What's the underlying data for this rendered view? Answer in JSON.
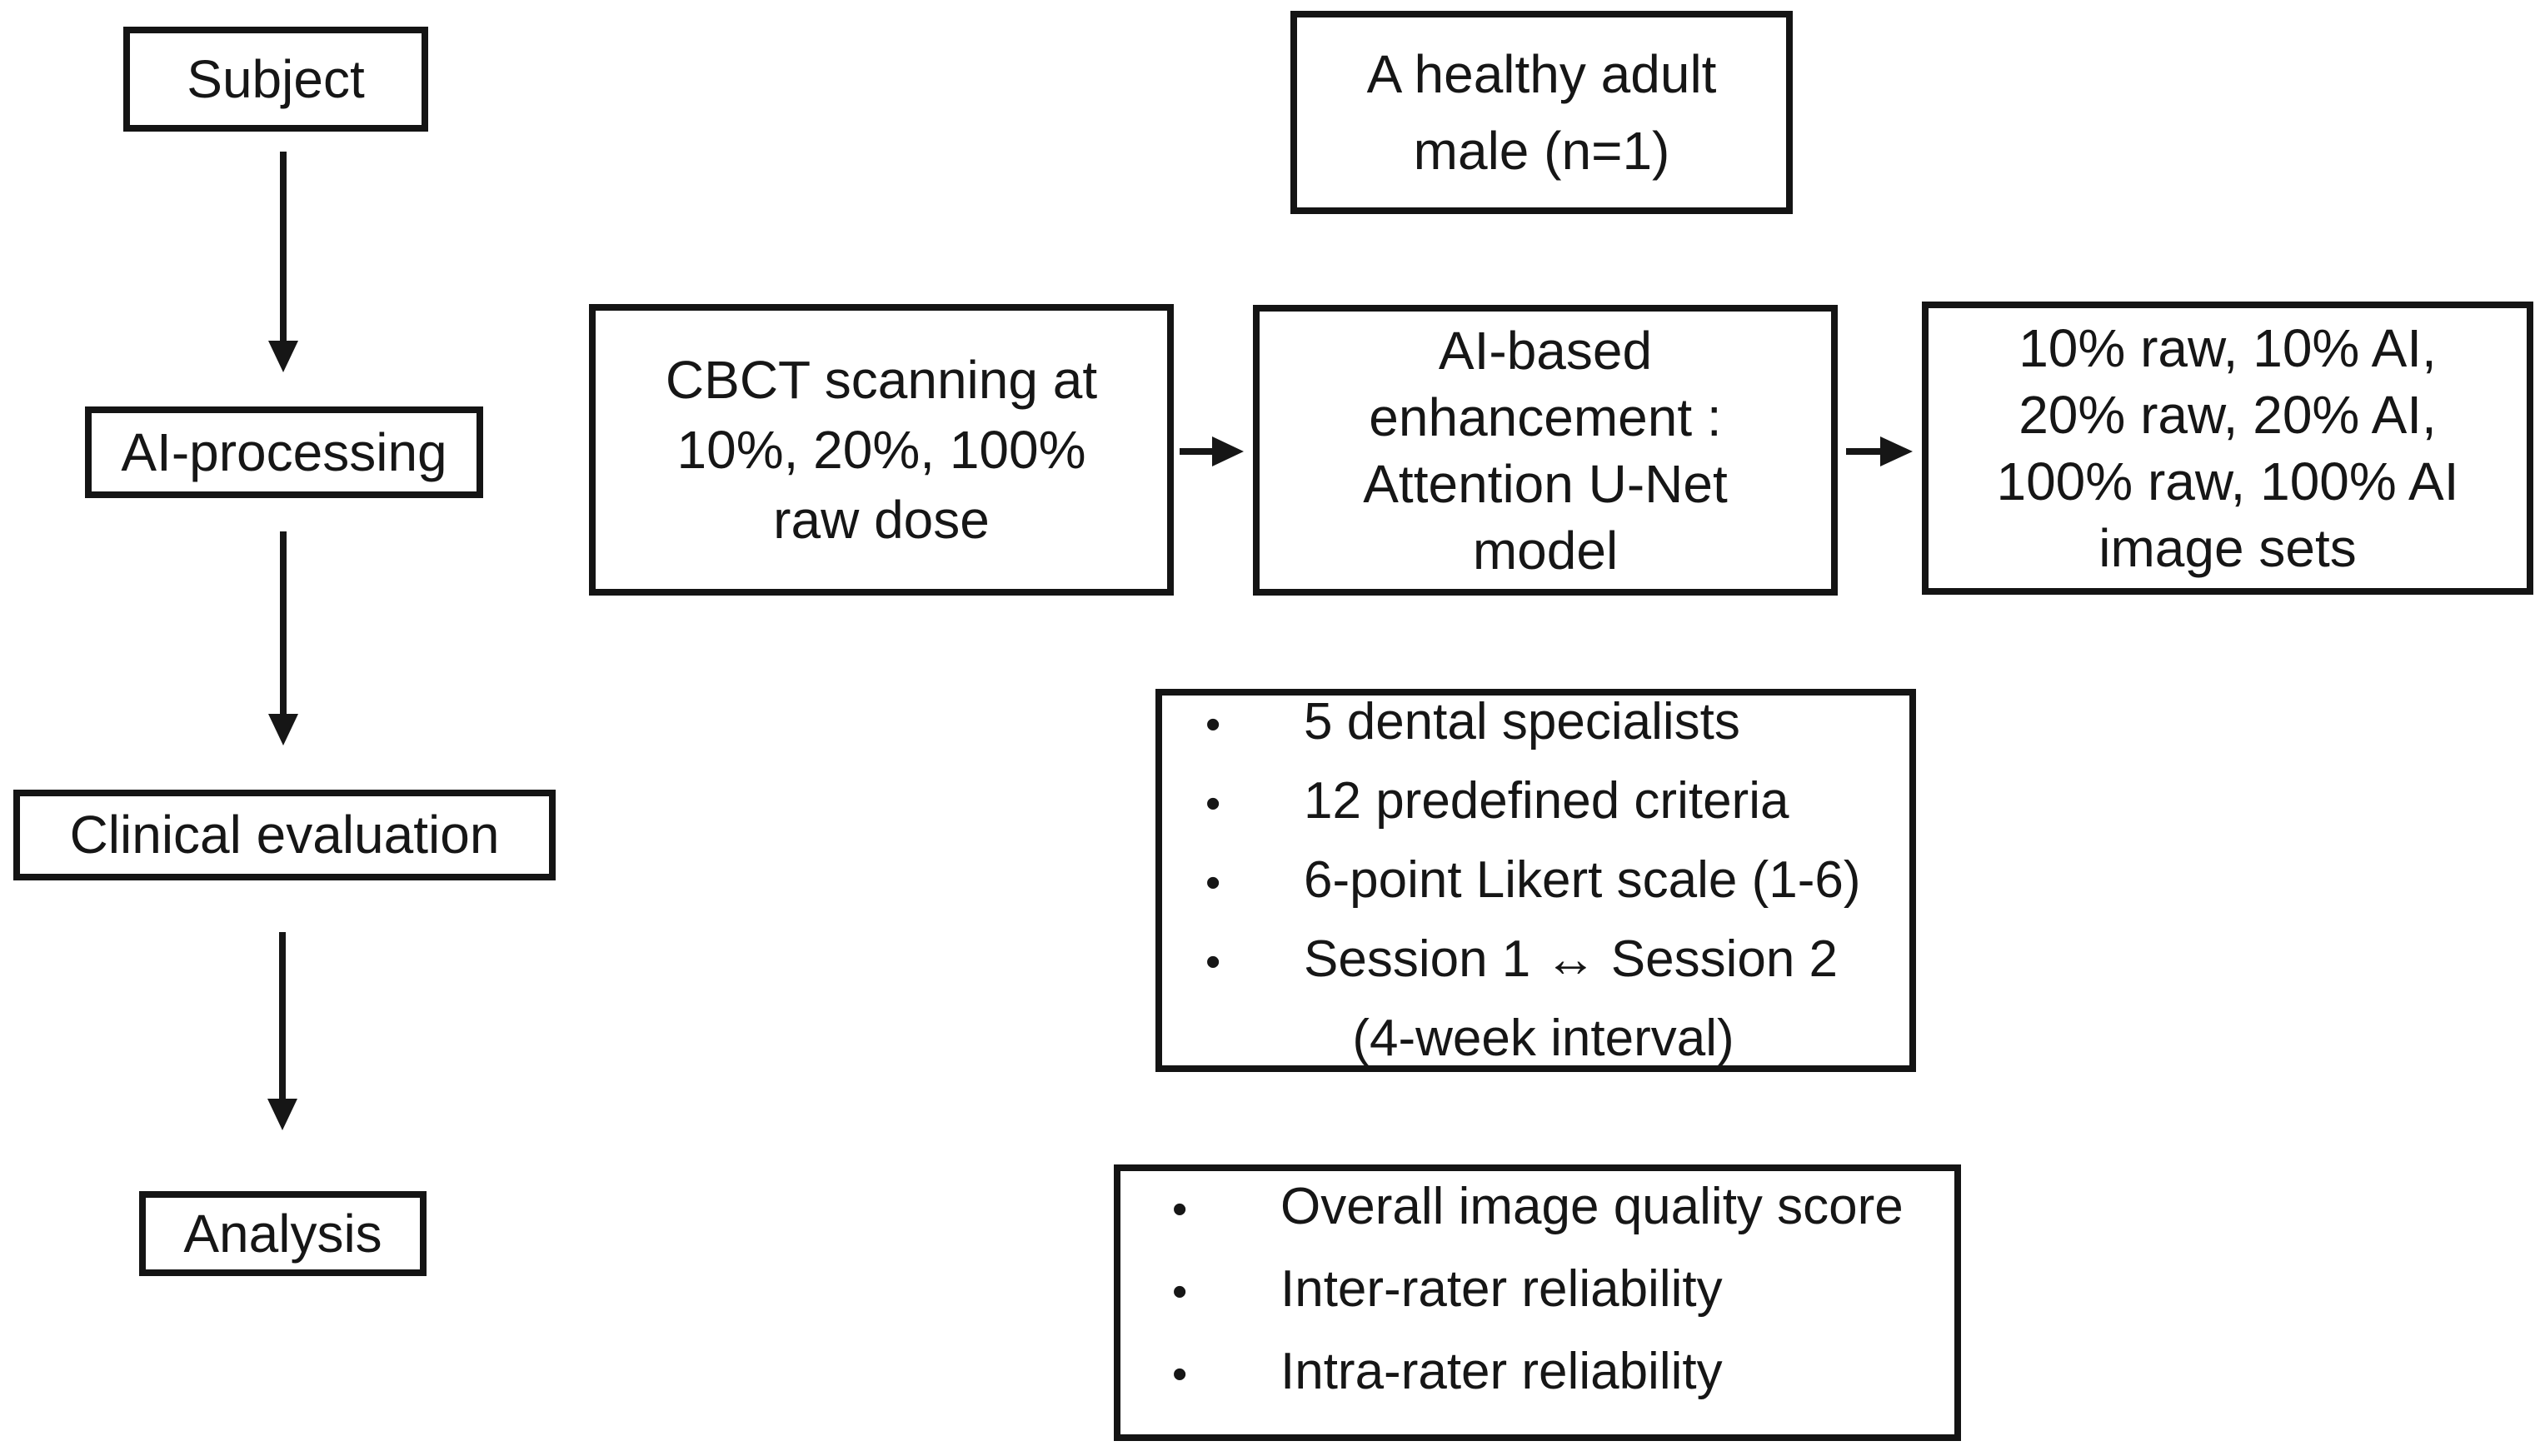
{
  "figure": {
    "background": "#ffffff",
    "ink_color": "#161616",
    "description": "Study workflow flowchart"
  },
  "glyphs": {
    "bullet": "•"
  },
  "nodes": {
    "subject": {
      "label": "Subject"
    },
    "subject_detail": {
      "lines": [
        "A healthy adult",
        "male (n=1)"
      ]
    },
    "ai_processing": {
      "label": "AI-processing"
    },
    "cbct": {
      "lines": [
        "CBCT scanning at",
        "10%, 20%, 100%",
        "raw dose"
      ]
    },
    "enhancement": {
      "lines": [
        "AI-based",
        "enhancement :",
        "Attention U-Net",
        "model"
      ]
    },
    "image_sets": {
      "lines": [
        "10% raw, 10% AI,",
        "20% raw, 20% AI,",
        "100% raw, 100% AI",
        "image sets"
      ]
    },
    "clinical_evaluation": {
      "label": "Clinical evaluation"
    },
    "evaluation_details": {
      "items": [
        "5 dental specialists",
        "12 predefined criteria",
        "6-point Likert scale (1-6)",
        "Session 1 ↔ Session 2"
      ],
      "continuation": "(4-week interval)"
    },
    "analysis": {
      "label": "Analysis"
    },
    "analysis_details": {
      "items": [
        "Overall image quality score",
        "Inter-rater reliability",
        "Intra-rater reliability"
      ]
    }
  }
}
